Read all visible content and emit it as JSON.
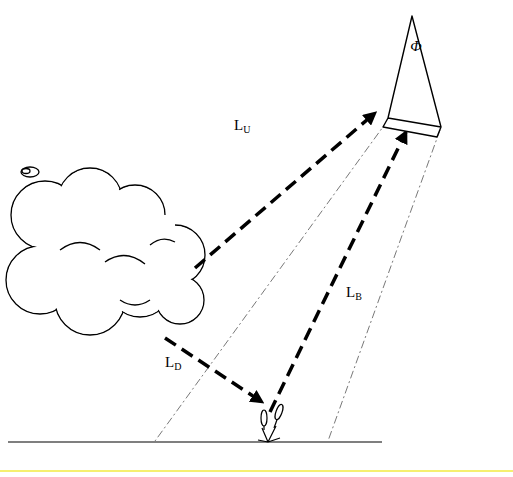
{
  "diagram": {
    "nodes": [
      {
        "text": [
          "Φ"
        ]
      }
    ],
    "labels": [
      "LU",
      "LD",
      "LB"
    ]
  }
}
